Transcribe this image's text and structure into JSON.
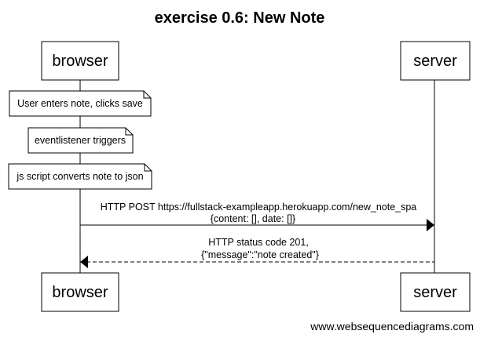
{
  "diagram": {
    "title": "exercise 0.6: New Note",
    "actors": {
      "browser": "browser",
      "server": "server"
    },
    "notes": [
      "User enters note, clicks save",
      "eventlistener triggers",
      "js script converts note to json"
    ],
    "messages": [
      {
        "line1": "HTTP POST https://fullstack-exampleapp.herokuapp.com/new_note_spa",
        "line2": "{content: [], date: []}",
        "style": "solid"
      },
      {
        "line1": "HTTP status code 201,",
        "line2": "{\"message\":\"note created\"}",
        "style": "dashed"
      }
    ],
    "footer": "www.websequencediagrams.com"
  }
}
